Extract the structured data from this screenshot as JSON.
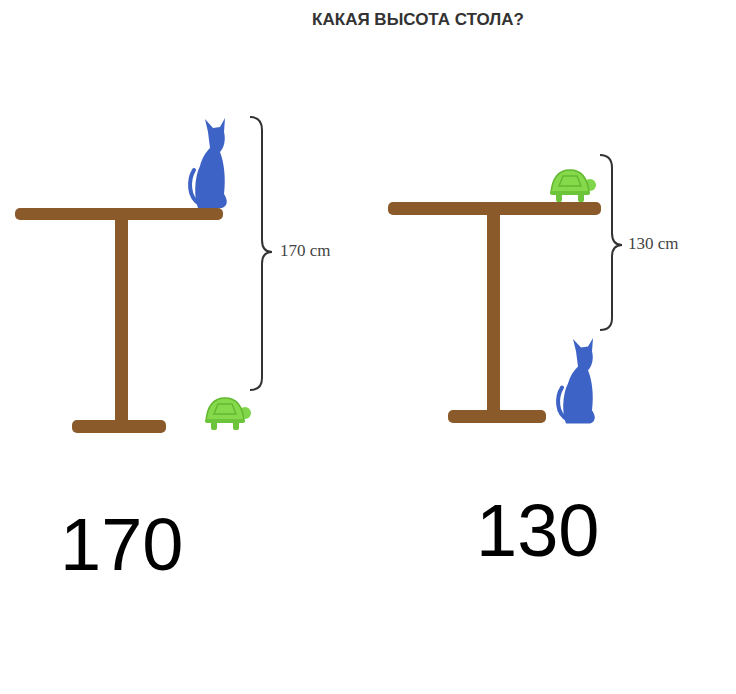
{
  "diagram": {
    "title": "КАКАЯ ВЫСОТА СТОЛА?",
    "labels": [
      "170 cm",
      "130 cm",
      "170",
      "130"
    ]
  }
}
